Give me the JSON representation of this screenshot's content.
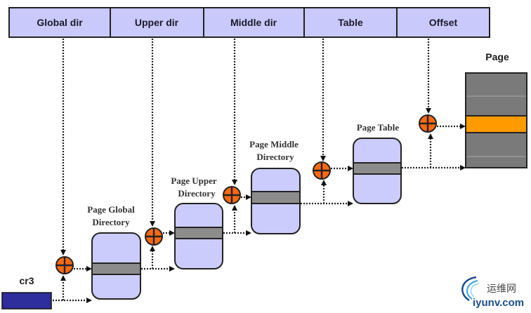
{
  "header": {
    "fields": [
      {
        "label": "Global dir"
      },
      {
        "label": "Upper dir"
      },
      {
        "label": "Middle dir"
      },
      {
        "label": "Table"
      },
      {
        "label": "Offset"
      }
    ]
  },
  "register": {
    "label": "cr3"
  },
  "tables": [
    {
      "line1": "Page Global",
      "line2": "Directory"
    },
    {
      "line1": "Page Upper",
      "line2": "Directory"
    },
    {
      "line1": "Page Middle",
      "line2": "Directory"
    },
    {
      "line1": "Page Table",
      "line2": ""
    }
  ],
  "page": {
    "label": "Page"
  },
  "watermark": {
    "cn": "运维网",
    "en": "iyunv.com"
  },
  "colors": {
    "field_fill": "#c9c9fb",
    "table_fill": "#ccccfc",
    "entry_fill": "#8c8c8c",
    "page_fill": "#7a7a7a",
    "page_entry": "#ff9a00",
    "adder_fill": "#ff6a10",
    "register_fill": "#2e2e9c"
  }
}
